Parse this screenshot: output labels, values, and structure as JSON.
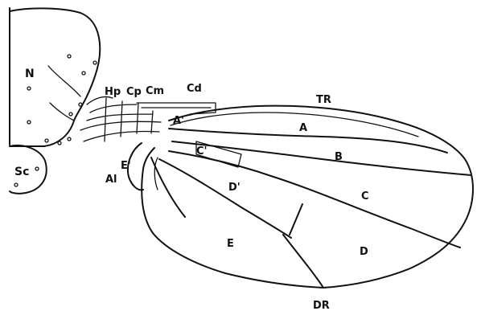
{
  "labels": {
    "N": "N",
    "Sc": "Sc",
    "Hp": "Hp",
    "Cp": "Cp",
    "Cm": "Cm",
    "Cd": "Cd",
    "TR": "TR",
    "A_prime": "A'",
    "A": "A",
    "C_prime": "C'",
    "B": "B",
    "E_prime": "E'",
    "Al": "Al",
    "D_prime": "D'",
    "C": "C",
    "E": "E",
    "D": "D",
    "DR": "DR"
  },
  "colors": {
    "ink": "#111111",
    "background": "#ffffff"
  }
}
